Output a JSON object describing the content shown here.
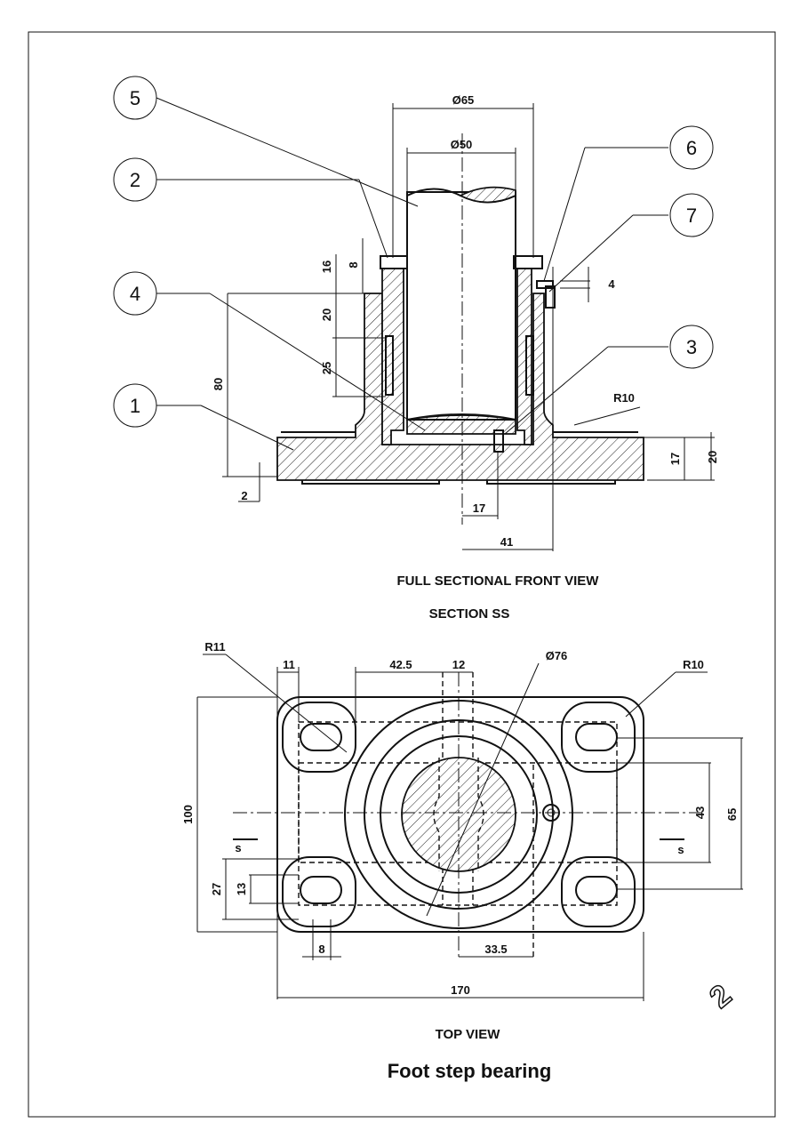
{
  "balloons": [
    "5",
    "2",
    "4",
    "1",
    "6",
    "7",
    "3"
  ],
  "front_dims": {
    "d65": "Ø65",
    "d50": "Ø50",
    "h16": "16",
    "h8": "8",
    "h20": "20",
    "h25": "25",
    "h80": "80",
    "h4": "4",
    "r10": "R10",
    "h17": "17",
    "h20b": "20",
    "h2": "2",
    "w17": "17",
    "w41": "41"
  },
  "captions": {
    "front": "FULL SECTIONAL FRONT VIEW",
    "section": "SECTION SS",
    "top": "TOP VIEW",
    "title": "Foot step bearing"
  },
  "top_dims": {
    "r11": "R11",
    "w11": "11",
    "w42": "42.5",
    "w12": "12",
    "d76": "Ø76",
    "r10": "R10",
    "h100": "100",
    "h43": "43",
    "h65": "65",
    "h27": "27",
    "h13": "13",
    "w8": "8",
    "w33": "33.5",
    "w170": "170",
    "s_left": "s",
    "s_right": "s"
  },
  "corner_mark": "2"
}
